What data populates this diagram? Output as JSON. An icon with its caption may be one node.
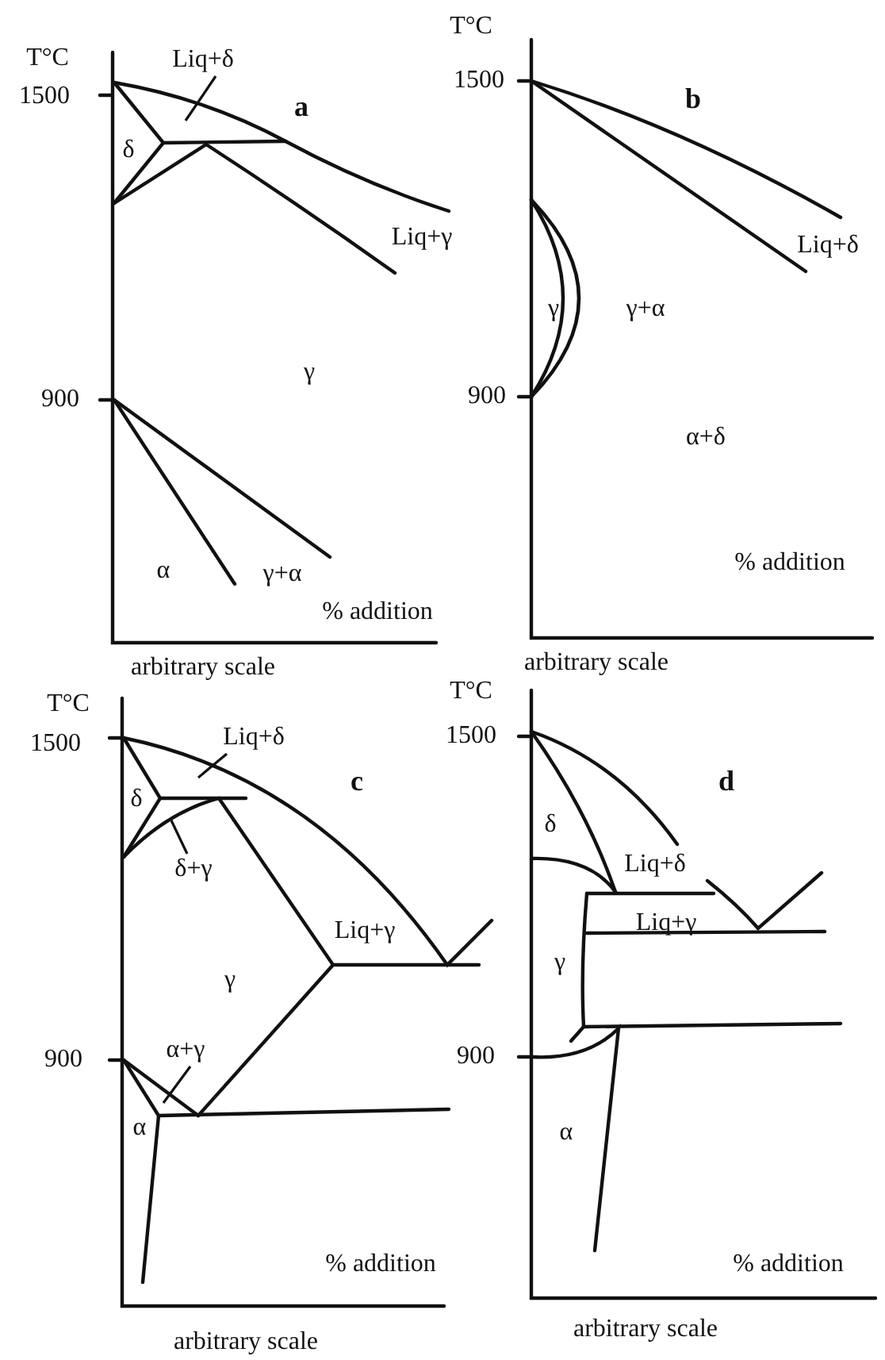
{
  "diagram": {
    "nodes": [
      {
        "text": [
          "Liq+δ"
        ]
      },
      {
        "text": [
          "Liq+δ"
        ]
      },
      {
        "text": [
          "δ+γ"
        ]
      },
      {
        "text": [
          "α+γ"
        ]
      }
    ],
    "edges": [
      {
        "from": 0,
        "to": null,
        "arrow": "none"
      },
      {
        "from": 1,
        "to": null,
        "arrow": "none"
      },
      {
        "from": 2,
        "to": null,
        "arrow": "none"
      },
      {
        "from": 3,
        "to": null,
        "arrow": "none"
      }
    ],
    "labels": [
      "T°C",
      "1500",
      "a",
      "δ",
      "Liq+γ",
      "γ",
      "900",
      "α",
      "γ+α",
      "% addition",
      "arbitrary scale",
      "T°C",
      "1500",
      "b",
      "Liq+δ",
      "γ",
      "γ+α",
      "900",
      "α+δ",
      "% addition",
      "arbitrary scale",
      "T°C",
      "1500",
      "c",
      "δ",
      "Liq+γ",
      "γ",
      "900",
      "α",
      "% addition",
      "arbitrary scale",
      "T°C",
      "1500",
      "d",
      "δ",
      "Liq+δ",
      "Liq+γ",
      "γ",
      "900",
      "α",
      "% addition",
      "arbitrary scale"
    ]
  }
}
